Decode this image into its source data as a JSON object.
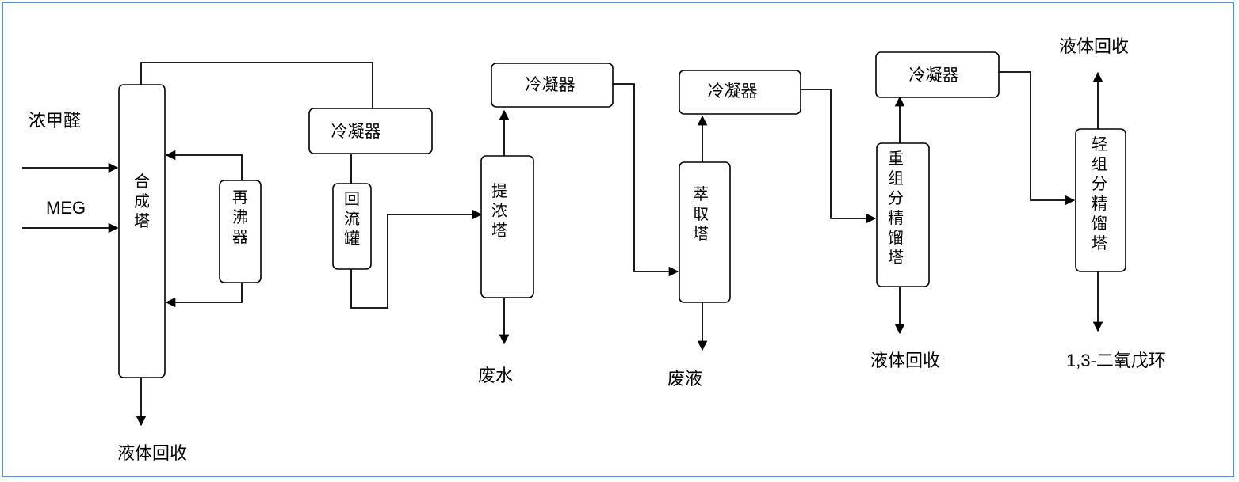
{
  "units": {
    "synthesis_tower": "合成塔",
    "reboiler": "再沸器",
    "condenser_1": "冷凝器",
    "reflux_tank": "回流罐",
    "concentration_tower": "提浓塔",
    "condenser_2": "冷凝器",
    "extraction_tower": "萃取塔",
    "condenser_3": "冷凝器",
    "heavy_fraction_tower": "重组分精馏塔",
    "condenser_4": "冷凝器",
    "light_fraction_tower": "轻组分精馏塔"
  },
  "streams": {
    "feed_formaldehyde": "浓甲醛",
    "feed_meg": "MEG",
    "synthesis_bottom_out": "液体回收",
    "concentration_bottom_out": "废水",
    "extraction_bottom_out": "废液",
    "heavy_bottom_out": "液体回收",
    "light_top_out": "液体回收",
    "light_bottom_out": "1,3-二氧戊环"
  }
}
